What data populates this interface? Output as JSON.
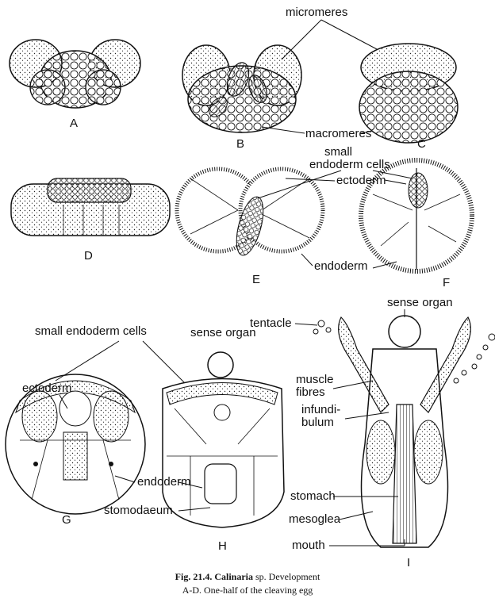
{
  "panels": {
    "a": "A",
    "b": "B",
    "c": "C",
    "d": "D",
    "e": "E",
    "f": "F",
    "g": "G",
    "h": "H",
    "i": "I"
  },
  "labels": {
    "micromeres": "micromeres",
    "macromeres": "macromeres",
    "small_endoderm_cells_top": "small",
    "small_endoderm_cells_bottom": "endoderm cells",
    "ectoderm_ef": "ectoderm",
    "endoderm_ef": "endoderm",
    "small_endoderm_cells_g": "small endoderm cells",
    "sense_organ_h": "sense organ",
    "ectoderm_g": "ectoderm",
    "endoderm_g": "endoderm",
    "stomodaeum": "stomodaeum",
    "sense_organ_i": "sense organ",
    "tentacle": "tentacle",
    "muscle": "muscle",
    "fibres": "fibres",
    "infundi": "infundi-",
    "bulum": "bulum",
    "stomach": "stomach",
    "mesoglea": "mesoglea",
    "mouth": "mouth"
  },
  "caption": {
    "fig_no": "Fig. 21.4.",
    "genus": "Calinaria",
    "rest": "sp. Development",
    "line2": "A-D. One-half of the cleaving egg"
  }
}
